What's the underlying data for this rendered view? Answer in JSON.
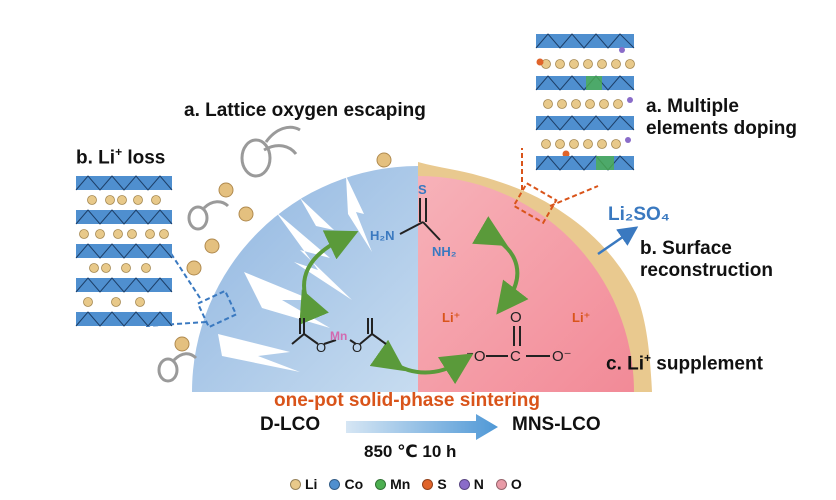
{
  "labels": {
    "lattice_oxygen": "a. Lattice oxygen escaping",
    "li_loss_prefix": "b. Li",
    "li_loss_sup": "+",
    "li_loss_suffix": " loss",
    "multi_doping_line1": "a. Multiple",
    "multi_doping_line2": "elements doping",
    "surface_line1": "b. Surface",
    "surface_line2": "reconstruction",
    "supplement_prefix": "c. Li",
    "supplement_sup": "+",
    "supplement_suffix": " supplement",
    "li2so4": "Li₂SO₄",
    "sintering": "one-pot solid-phase sintering",
    "dlco": "D-LCO",
    "mnslco": "MNS-LCO",
    "condition": "850 ℃ 10 h"
  },
  "molecules": {
    "thiourea_s": "S",
    "thiourea_h2n": "H₂N",
    "thiourea_nh2": "NH₂",
    "acetate_mn": "Mn",
    "acetate_o_left": "O",
    "acetate_o_right": "O",
    "carbonate_o_top": "O",
    "carbonate_c": "C",
    "carbonate_o_left": "⁻O",
    "carbonate_o_right": "O⁻",
    "li_plus_left": "Li⁺",
    "li_plus_right": "Li⁺"
  },
  "legend": [
    {
      "symbol": "Li",
      "color": "#e8c98a"
    },
    {
      "symbol": "Co",
      "color": "#4f8fcf"
    },
    {
      "symbol": "Mn",
      "color": "#4caf50"
    },
    {
      "symbol": "S",
      "color": "#e0642a"
    },
    {
      "symbol": "N",
      "color": "#8a6cc9"
    },
    {
      "symbol": "O",
      "color": "#e89aa6"
    }
  ],
  "colors": {
    "dlco_fill": "#a8c6e6",
    "mnslco_fill": "#f5a3ab",
    "coating": "#e9c98f",
    "arrow_green": "#5a9a3a",
    "accent_orange": "#d9541a",
    "accent_blue": "#3a79c0"
  }
}
